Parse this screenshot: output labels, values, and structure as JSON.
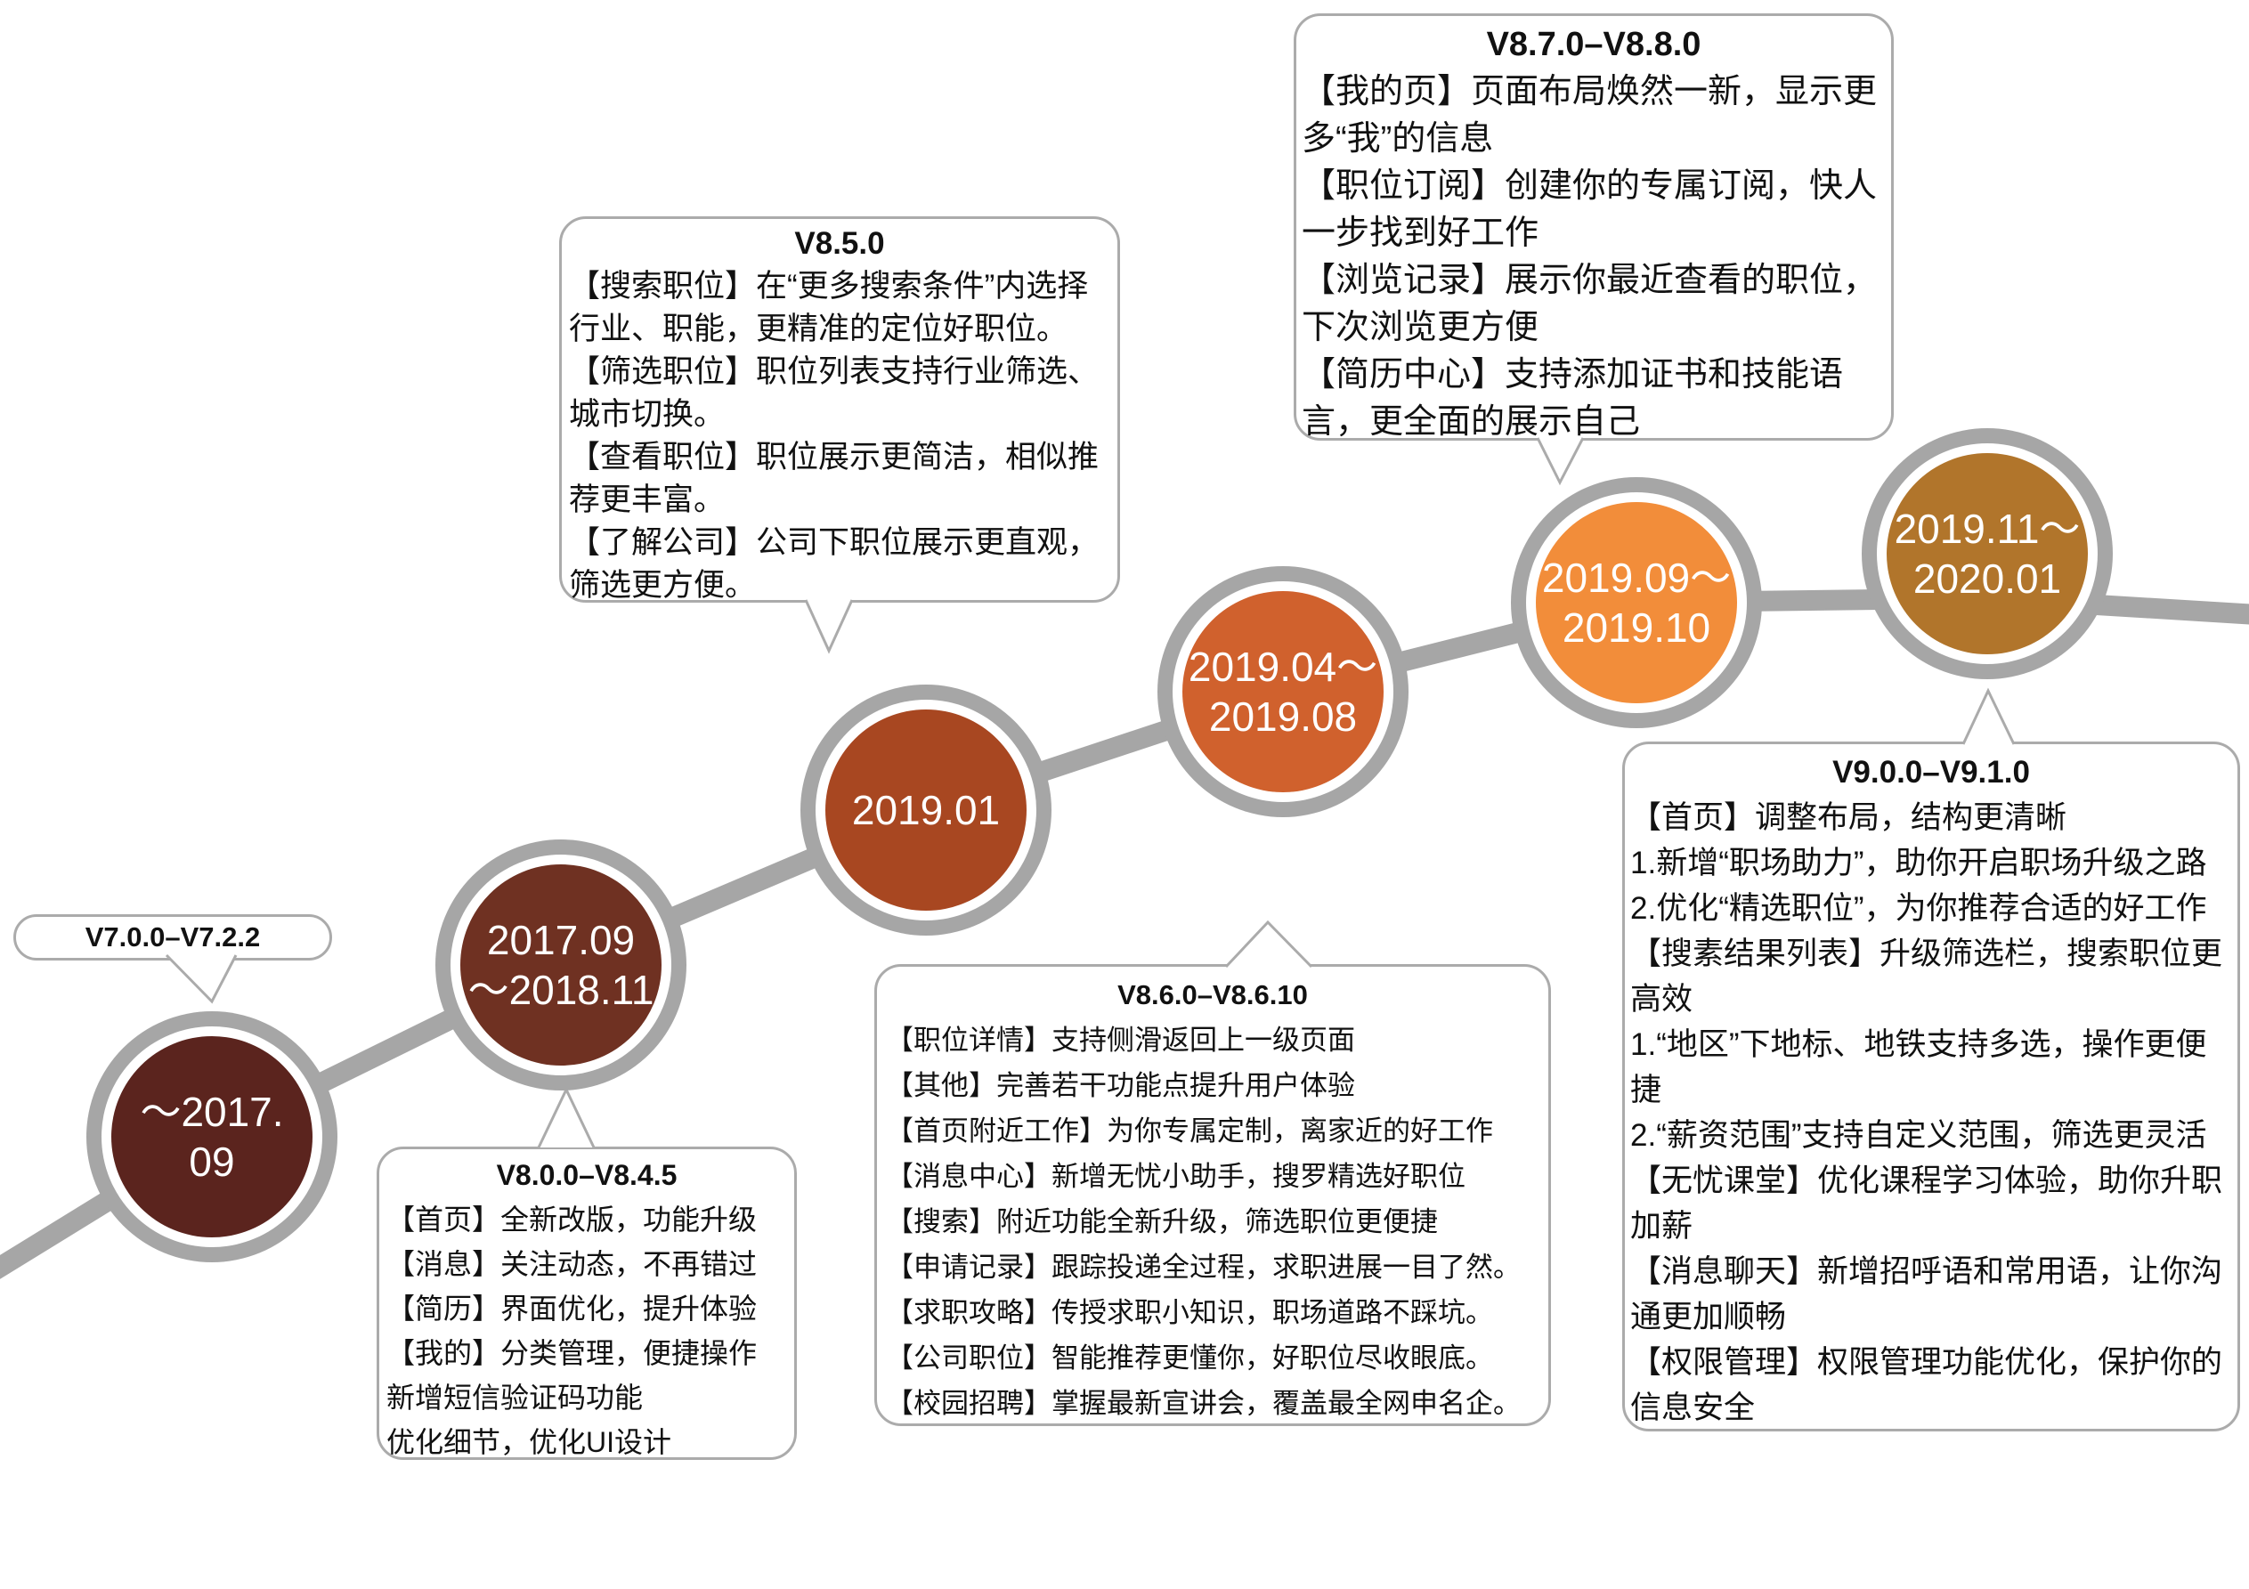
{
  "timeline": {
    "line_color": "#A6A6A6",
    "nodes": [
      {
        "label": "~2017.09",
        "lines": [
          "～2017.",
          "09"
        ],
        "color": "#5B241E"
      },
      {
        "label": "2017.09~2018.11",
        "lines": [
          "2017.09",
          "～2018.11"
        ],
        "color": "#6F3122"
      },
      {
        "label": "2019.01",
        "lines": [
          "2019.01"
        ],
        "color": "#A84721"
      },
      {
        "label": "2019.04~2019.08",
        "lines": [
          "2019.04～",
          "2019.08"
        ],
        "color": "#D0612D"
      },
      {
        "label": "2019.09~2019.10",
        "lines": [
          "2019.09～",
          "2019.10"
        ],
        "color": "#F28D3A"
      },
      {
        "label": "2019.11~2020.01",
        "lines": [
          "2019.11～",
          "2020.01"
        ],
        "color": "#B1752B"
      }
    ],
    "callouts": [
      {
        "title": "V7.0.0–V7.2.2",
        "lines": []
      },
      {
        "title": "V8.0.0–V8.4.5",
        "lines": [
          "【首页】全新改版，功能升级",
          "【消息】关注动态，不再错过",
          "【简历】界面优化，提升体验",
          "【我的】分类管理，便捷操作",
          "新增短信验证码功能",
          "优化细节，优化UI设计"
        ]
      },
      {
        "title": "V8.5.0",
        "lines": [
          "【搜索职位】在“更多搜索条件”内选择行业、职能，更精准的定位好职位。",
          "【筛选职位】职位列表支持行业筛选、城市切换。",
          "【查看职位】职位展示更简洁，相似推荐更丰富。",
          "【了解公司】公司下职位展示更直观，筛选更方便。"
        ]
      },
      {
        "title": "V8.6.0–V8.6.10",
        "lines": [
          "【职位详情】支持侧滑返回上一级页面",
          "【其他】完善若干功能点提升用户体验",
          "【首页附近工作】为你专属定制，离家近的好工作",
          "【消息中心】新增无忧小助手，搜罗精选好职位",
          "【搜索】附近功能全新升级，筛选职位更便捷",
          "【申请记录】跟踪投递全过程，求职进展一目了然。",
          "【求职攻略】传授求职小知识，职场道路不踩坑。",
          "【公司职位】智能推荐更懂你，好职位尽收眼底。",
          "【校园招聘】掌握最新宣讲会，覆盖最全网申名企。"
        ]
      },
      {
        "title": "V8.7.0–V8.8.0",
        "lines": [
          "【我的页】页面布局焕然一新，显示更多“我”的信息",
          "【职位订阅】创建你的专属订阅，快人一步找到好工作",
          "【浏览记录】展示你最近查看的职位，下次浏览更方便",
          "【简历中心】支持添加证书和技能语言，更全面的展示自己"
        ]
      },
      {
        "title": "V9.0.0–V9.1.0",
        "lines": [
          "【首页】调整布局，结构更清晰",
          "1.新增“职场助力”，助你开启职场升级之路",
          "2.优化“精选职位”，为你推荐合适的好工作",
          "【搜素结果列表】升级筛选栏，搜索职位更高效",
          "1.“地区”下地标、地铁支持多选，操作更便捷",
          "2.“薪资范围”支持自定义范围，筛选更灵活",
          "【无忧课堂】优化课程学习体验，助你升职加薪",
          "【消息聊天】新增招呼语和常用语，让你沟通更加顺畅",
          "【权限管理】权限管理功能优化，保护你的信息安全"
        ]
      }
    ]
  }
}
